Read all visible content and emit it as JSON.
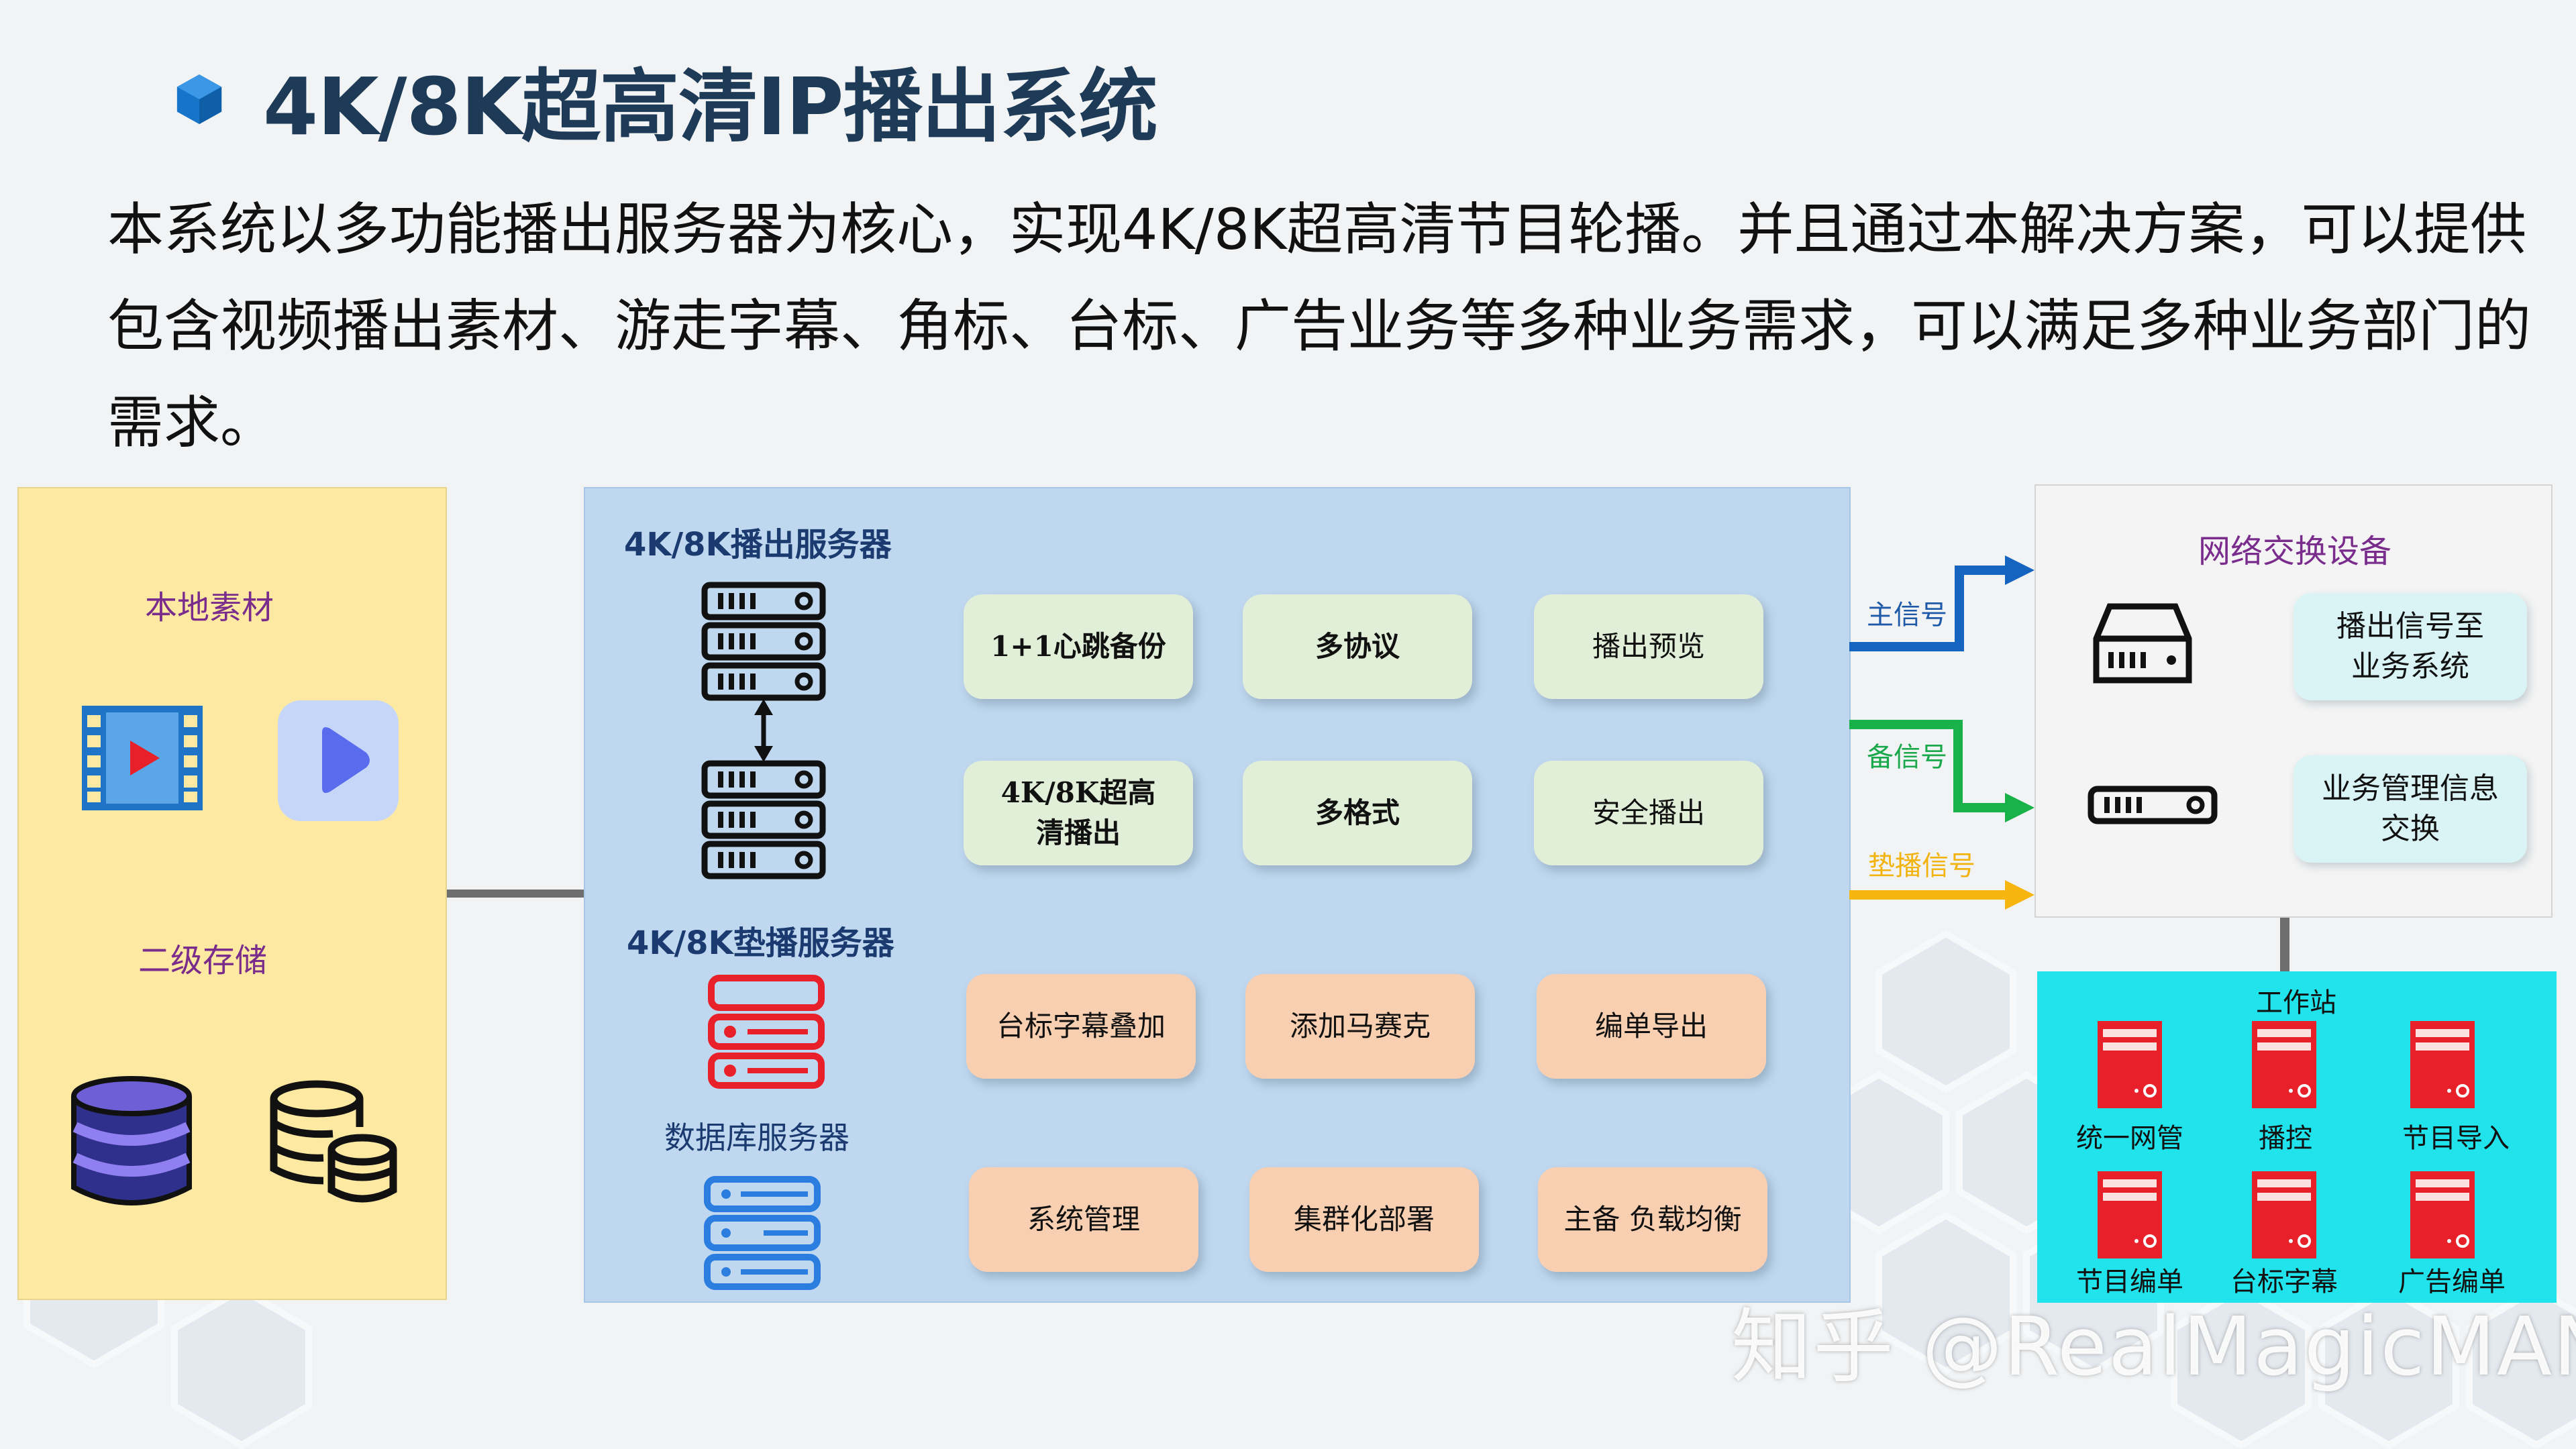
{
  "title": "4K/8K超高清IP播出系统",
  "description": [
    "本系统以多功能播出服务器为核心，实现4K/8K超高清节目轮播。并且通过本解决方案，可以提供",
    "包含视频播出素材、游走字幕、角标、台标、广告业务等多种业务需求，可以满足多种业务部门的",
    "需求。"
  ],
  "left_panel": {
    "local_material": "本地素材",
    "secondary_storage": "二级存储"
  },
  "center_panel": {
    "playout_server": {
      "prefix": "4K/8K",
      "suffix": "播出服务器"
    },
    "backup_server": {
      "prefix": "4K/8K",
      "suffix": "垫播服务器"
    },
    "database_server": "数据库服务器",
    "features_row1": [
      "1+1心跳备份",
      "多协议",
      "播出预览"
    ],
    "features_row2": [
      "4K/8K超高\n清播出",
      "多格式",
      "安全播出"
    ],
    "features_row3": [
      "台标字幕叠加",
      "添加马赛克",
      "编单导出"
    ],
    "features_row4": [
      "系统管理",
      "集群化部署",
      "主备 负载均衡"
    ]
  },
  "signals": {
    "main": "主信号",
    "backup": "备信号",
    "filler": "垫播信号"
  },
  "network_panel": {
    "title": "网络交换设备",
    "box1": "播出信号至\n业务系统",
    "box2": "业务管理信息\n交换"
  },
  "workstation_panel": {
    "title": "工作站",
    "row1": [
      "统一网管",
      "播控",
      "节目导入"
    ],
    "row2": [
      "节目编单",
      "台标字幕",
      "广告编单"
    ]
  },
  "watermark": "知乎 @RealMagicMAN",
  "colors": {
    "title": "#1d3a56",
    "left_panel_bg": "#fde9a1",
    "center_panel_bg": "#bfd8ef",
    "green_box": "#e2efd8",
    "peach_box": "#f8cfb1",
    "workstation_bg": "#21e3ec",
    "main_signal": "#1565c0",
    "backup_signal": "#19b24a",
    "filler_signal": "#f6b50f",
    "red_server": "#e8202a"
  }
}
